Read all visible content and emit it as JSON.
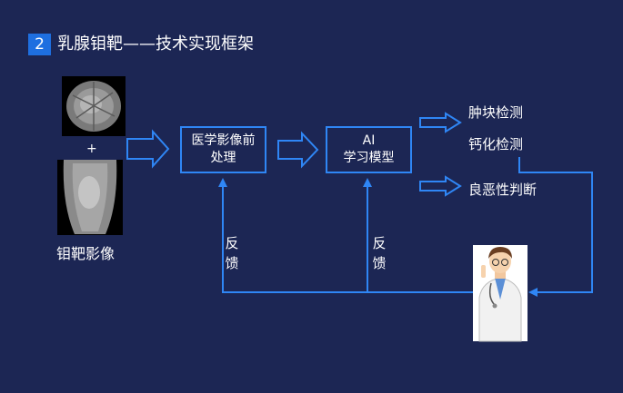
{
  "title": {
    "number": "2",
    "text": "乳腺钼靶——技术实现框架"
  },
  "input": {
    "plus": "+",
    "caption": "钼靶影像"
  },
  "boxes": {
    "preprocess": {
      "line1": "医学影像前",
      "line2": "处理"
    },
    "ai": {
      "line1": "AI",
      "line2": "学习模型"
    }
  },
  "outputs": [
    "肿块检测",
    "钙化检测",
    "良恶性判断"
  ],
  "feedback": [
    "反",
    "馈"
  ],
  "colors": {
    "background": "#1c2654",
    "accent": "#2f86f5",
    "badge": "#1e6fe0"
  }
}
